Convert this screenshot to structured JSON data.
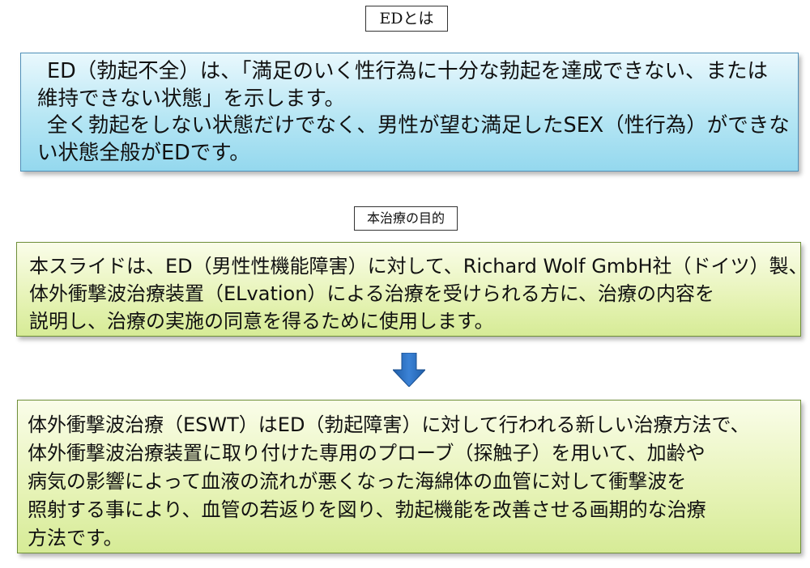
{
  "heading_ed": "EDとは",
  "ed_box": {
    "lines": [
      "ED（勃起不全）は、「満足のいく性行為に十分な勃起を達成できない、または",
      "維持できない状態」を示します。",
      "全く勃起をしない状態だけでなく、男性が望む満足したSEX（性行為）ができな",
      "い状態全般がEDです。"
    ]
  },
  "heading_purpose": "本治療の目的",
  "purpose_box": {
    "lines": [
      "本スライドは、ED（男性性機能障害）に対して、Richard Wolf GmbH社（ドイツ）製、",
      "体外衝撃波治療装置（ELvation）による治療を受けられる方に、治療の内容を",
      "説明し、治療の実施の同意を得るために使用します。"
    ]
  },
  "arrow_icon": "down-arrow-icon",
  "eswt_box": {
    "lines": [
      "体外衝撃波治療（ESWT）はED（勃起障害）に対して行われる新しい治療方法で、",
      "体外衝撃波治療装置に取り付けた専用のプローブ（探触子）を用いて、加齢や",
      "病気の影響によって血液の流れが悪くなった海綿体の血管に対して衝撃波を",
      "照射する事により、血管の若返りを図り、勃起機能を改善させる画期的な治療",
      "方法です。"
    ]
  },
  "colors": {
    "arrow": "#2a6fbf",
    "ed_box": "#b6e6f4",
    "green_box": "#e6f3b6"
  }
}
